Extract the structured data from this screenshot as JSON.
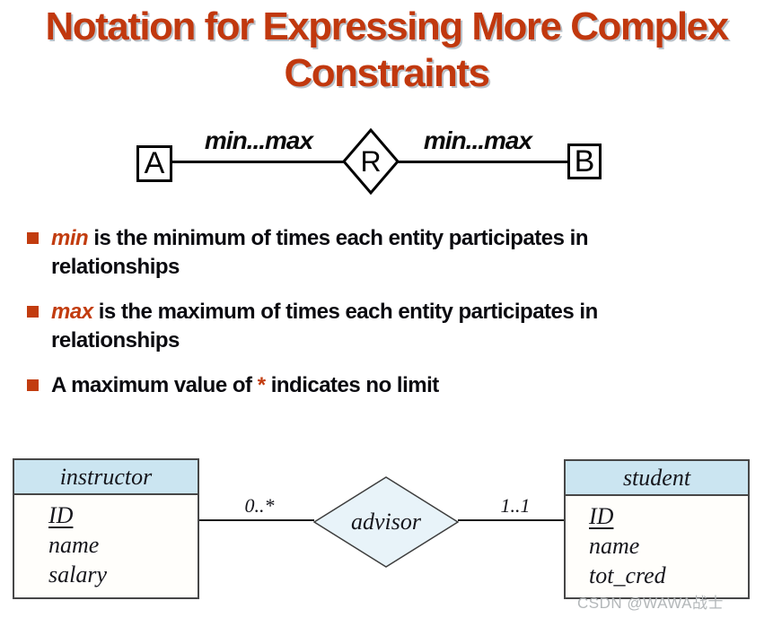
{
  "title": {
    "line1": "Notation for Expressing More Complex",
    "line2": "Constraints"
  },
  "minmax_diagram": {
    "entity_a": "A",
    "entity_b": "B",
    "relationship": "R",
    "left_label": "min...max",
    "right_label": "min...max"
  },
  "bullets": [
    {
      "pre": "",
      "accent": "min",
      "post": " is the minimum of times each entity participates in",
      "post2": "relationships"
    },
    {
      "pre": "",
      "accent": "max",
      "post": " is the maximum of times each entity participates in",
      "post2": "relationships"
    },
    {
      "pre": "A maximum value of ",
      "accent": "*",
      "post": " indicates no limit",
      "post2": ""
    }
  ],
  "er_diagram": {
    "instructor": {
      "title": "instructor",
      "attributes": [
        "ID",
        "name",
        "salary"
      ],
      "key_attribute": "ID"
    },
    "relationship": {
      "name": "advisor",
      "left_cardinality": "0..*",
      "right_cardinality": "1..1"
    },
    "student": {
      "title": "student",
      "attributes": [
        "ID",
        "name",
        "tot_cred"
      ],
      "key_attribute": "ID"
    }
  },
  "watermark": "CSDN @WAWA战士",
  "colors": {
    "title_red": "#c1380e",
    "accent_red": "#c23c0f",
    "header_blue": "#cbe5f1",
    "diamond_fill": "#e8f3f9"
  }
}
